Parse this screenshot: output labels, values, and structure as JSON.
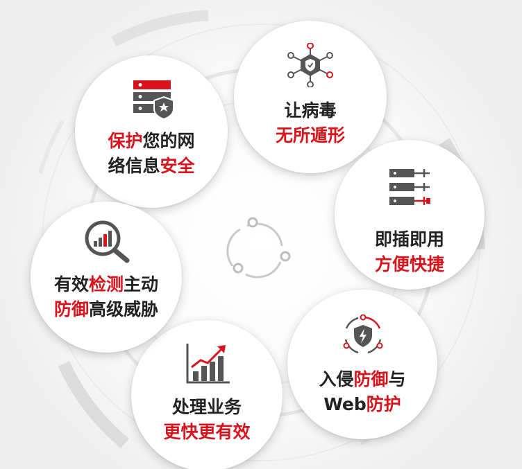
{
  "colors": {
    "accent": "#d7141c",
    "text": "#222222",
    "icon_gray": "#555555",
    "background": "#f6f6f6"
  },
  "features": [
    {
      "id": "network-security",
      "icon": "server-shield-icon",
      "lines": [
        [
          {
            "text": "保护",
            "accent": true
          },
          {
            "text": "您的网",
            "accent": false
          }
        ],
        [
          {
            "text": "络信息",
            "accent": false
          },
          {
            "text": "安全",
            "accent": true
          }
        ]
      ]
    },
    {
      "id": "virus",
      "icon": "hexagon-shield-network-icon",
      "lines": [
        [
          {
            "text": "让病毒",
            "accent": false
          }
        ],
        [
          {
            "text": "无所遁形",
            "accent": true
          }
        ]
      ]
    },
    {
      "id": "plug-and-play",
      "icon": "server-plug-icon",
      "lines": [
        [
          {
            "text": "即插即用",
            "accent": false
          }
        ],
        [
          {
            "text": "方便快捷",
            "accent": true
          }
        ]
      ]
    },
    {
      "id": "intrusion-web",
      "icon": "lightning-shield-icon",
      "lines": [
        [
          {
            "text": "入侵",
            "accent": false
          },
          {
            "text": "防御",
            "accent": true
          },
          {
            "text": "与",
            "accent": false
          }
        ],
        [
          {
            "text": "Web",
            "accent": false
          },
          {
            "text": "防护",
            "accent": true
          }
        ]
      ]
    },
    {
      "id": "business",
      "icon": "growth-chart-icon",
      "lines": [
        [
          {
            "text": "处理业务",
            "accent": false
          }
        ],
        [
          {
            "text": "更快更有效",
            "accent": true
          }
        ]
      ]
    },
    {
      "id": "detection",
      "icon": "magnifier-chart-icon",
      "lines": [
        [
          {
            "text": "有效",
            "accent": false
          },
          {
            "text": "检测",
            "accent": true
          },
          {
            "text": "主动",
            "accent": false
          }
        ],
        [
          {
            "text": "防御",
            "accent": true
          },
          {
            "text": "高级威胁",
            "accent": false
          }
        ]
      ]
    }
  ]
}
